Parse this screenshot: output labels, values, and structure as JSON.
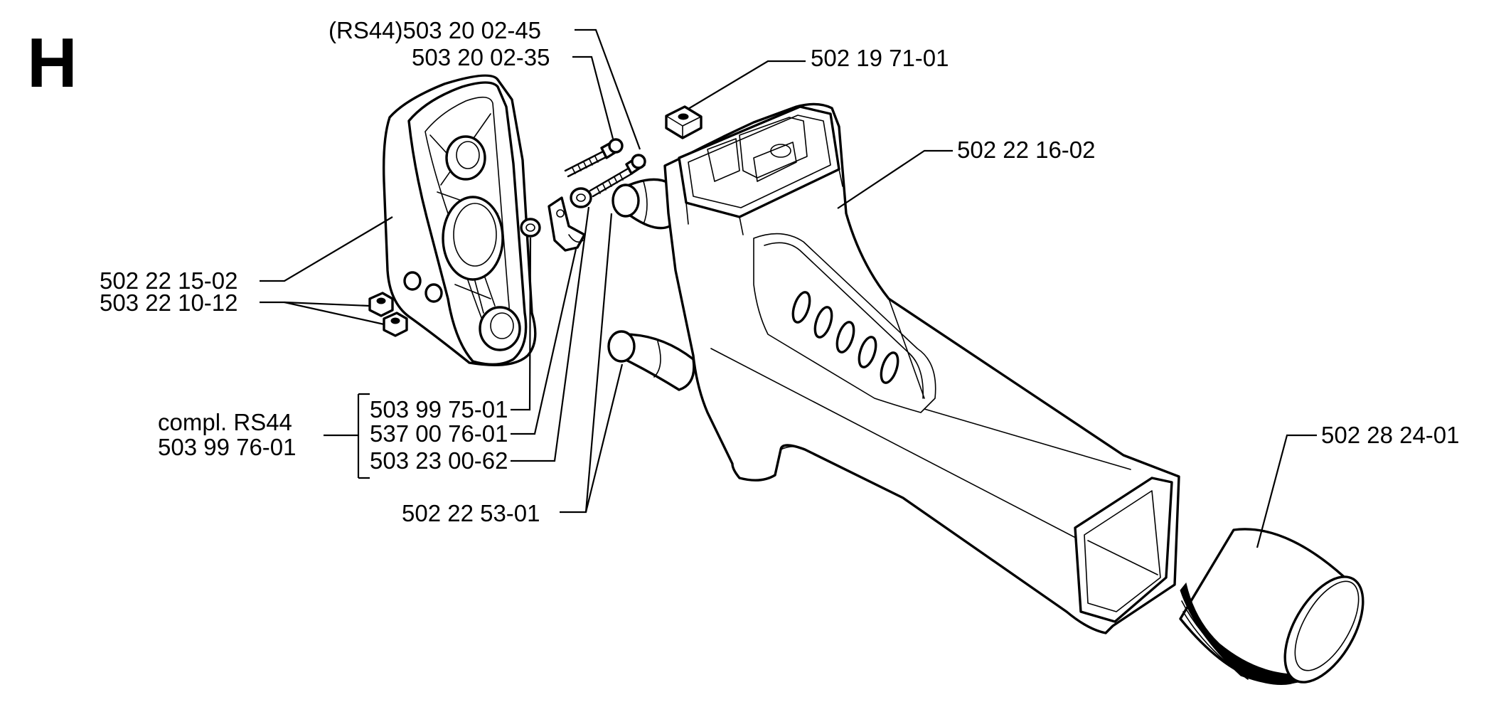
{
  "section_letter": "H",
  "labels": {
    "rs44_screw": "(RS44)503 20 02-45",
    "screw": "503 20 02-35",
    "square_nut": "502 19 71-01",
    "handle": "502 22 16-02",
    "cover": "502 22 15-02",
    "nuts": "503 22 10-12",
    "kit_item_1": "503 99 75-01",
    "kit_item_2": "537 00 76-01",
    "kit_item_3": "503 23 00-62",
    "kit_name": "compl. RS44",
    "kit_number": "503 99 76-01",
    "dampers": "502 22 53-01",
    "sleeve": "502 28 24-01"
  }
}
